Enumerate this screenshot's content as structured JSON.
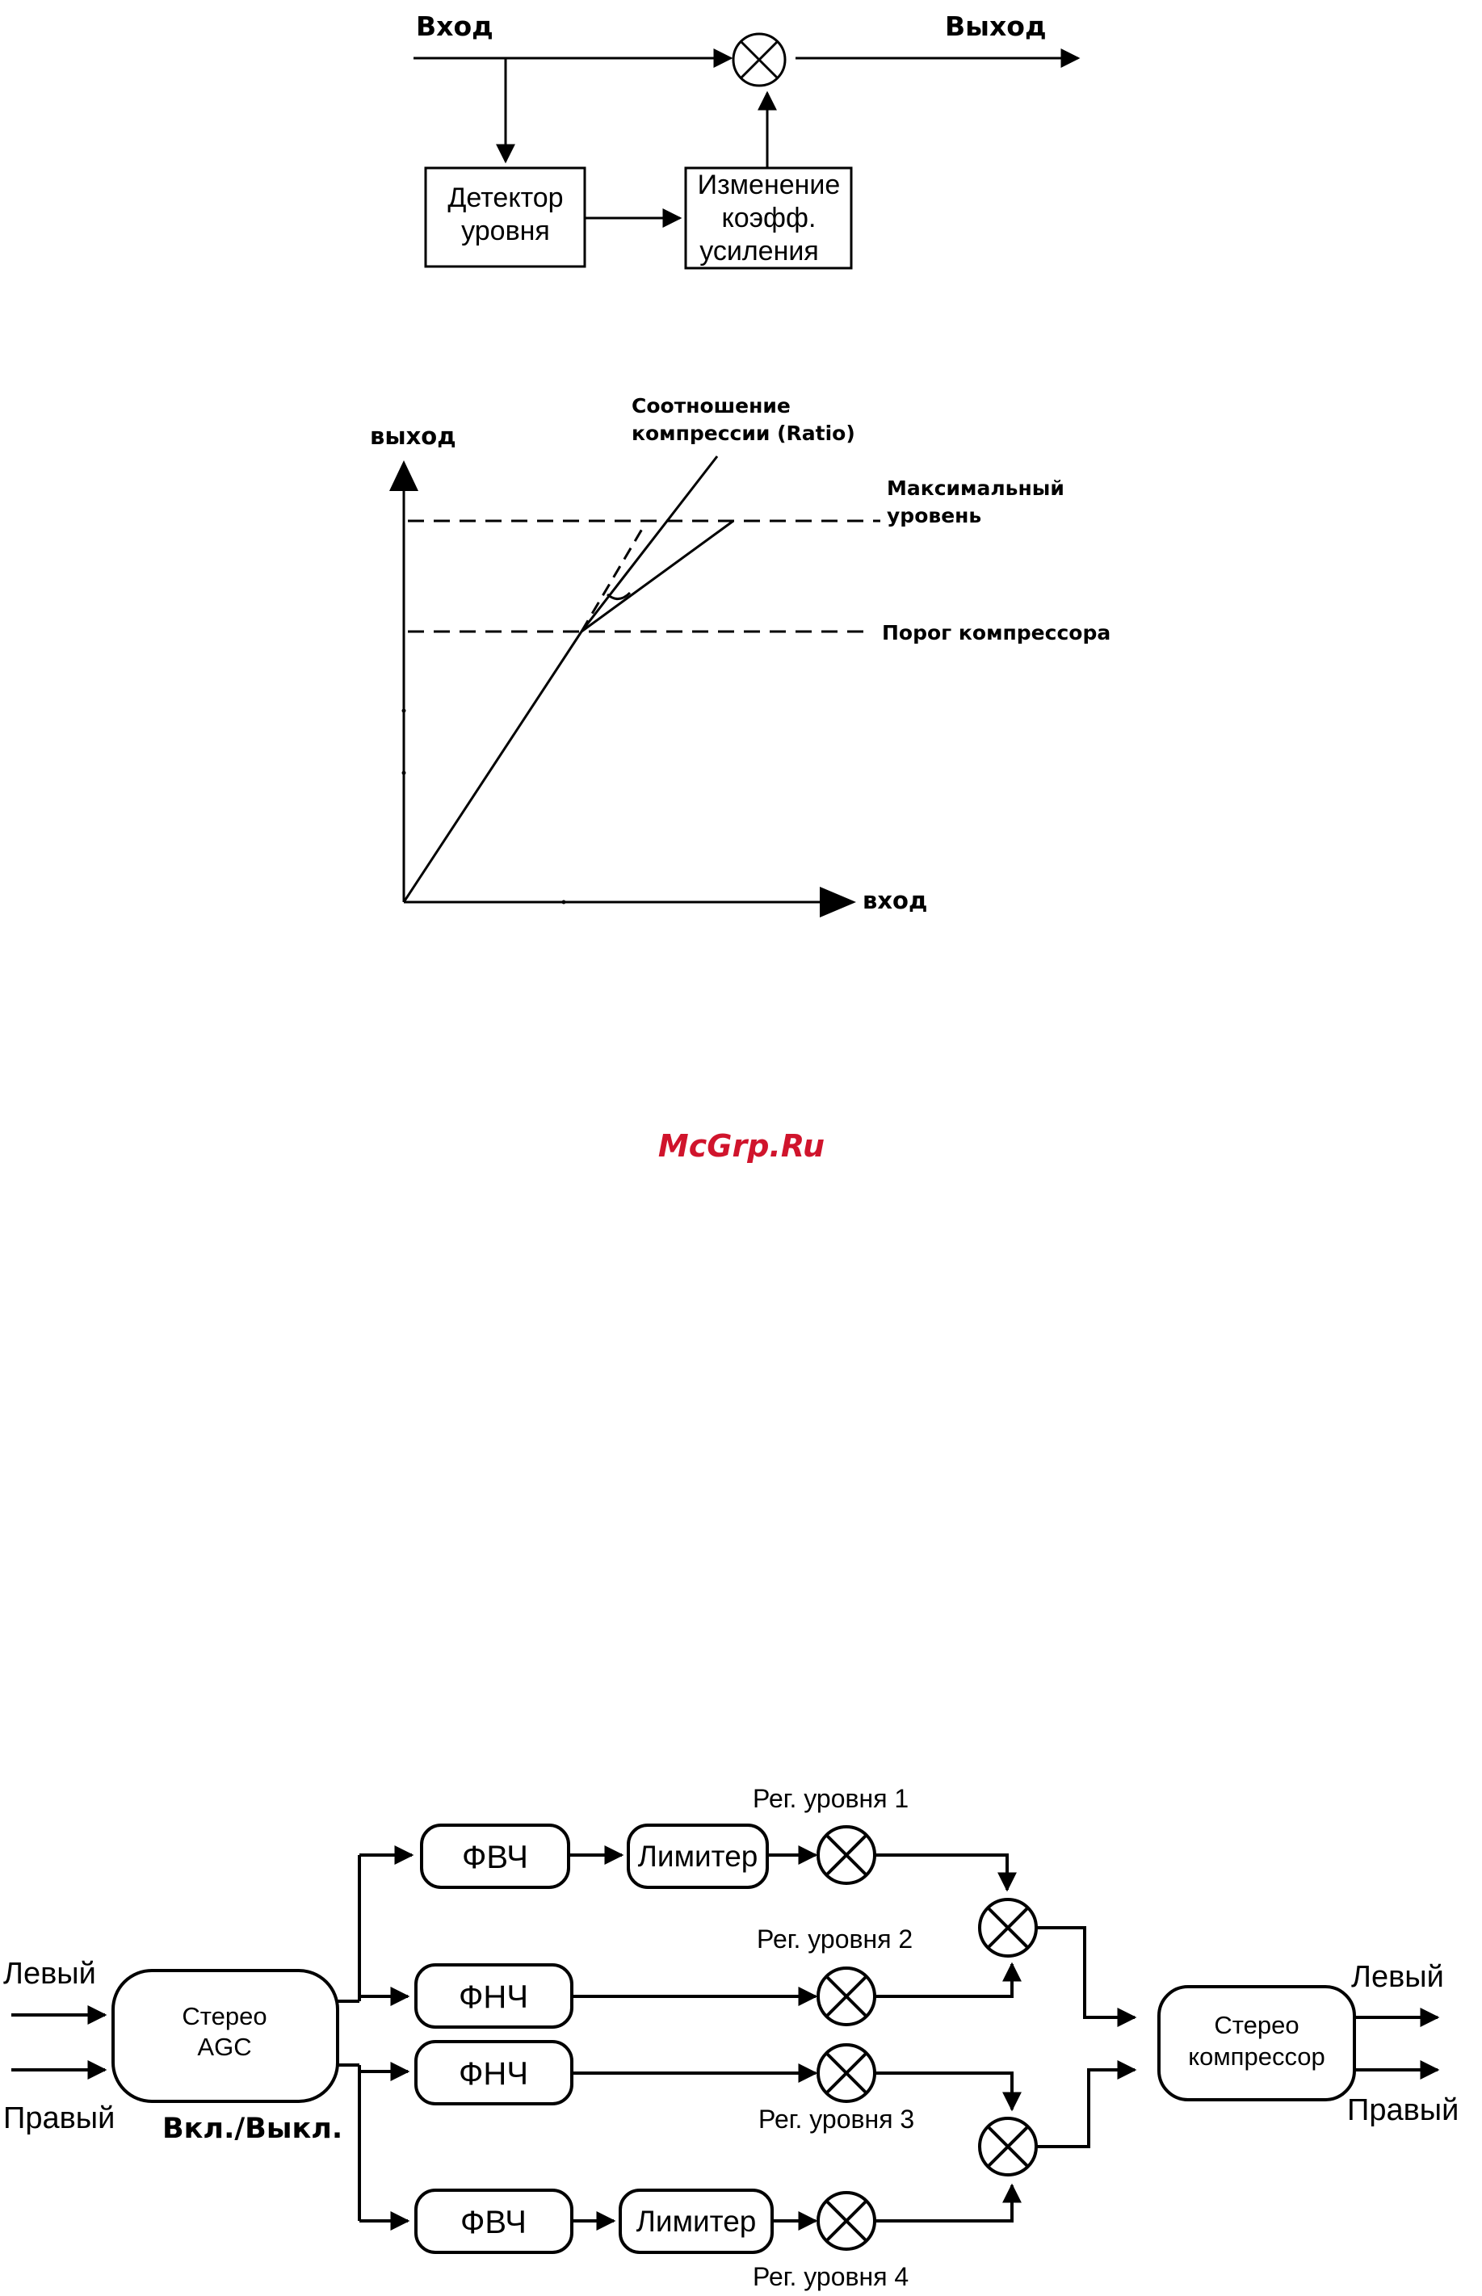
{
  "colors": {
    "ink": "#000000",
    "watermark": "#d0142c"
  },
  "block_diagram": {
    "input_label": "Вход",
    "output_label": "Выход",
    "detector_line1": "Детектор",
    "detector_line2": "уровня",
    "gain_line1": "Изменение",
    "gain_line2": "коэфф.",
    "gain_line3": "усиления"
  },
  "graph": {
    "y_label": "выход",
    "x_label": "вход",
    "ratio_line1": "Соотношение",
    "ratio_line2": "компрессии (Ratio)",
    "max_line1": "Максимальный",
    "max_line2": "уровень",
    "threshold": "Порог компрессора"
  },
  "watermark": "McGrp.Ru",
  "system": {
    "left_in": "Левый",
    "right_in": "Правый",
    "agc_line1": "Стерео",
    "agc_line2": "AGC",
    "agc_switch": "Вкл./Выкл.",
    "hpf1": "ФВЧ",
    "lpf2": "ФНЧ",
    "lpf3": "ФНЧ",
    "hpf4": "ФВЧ",
    "limiter1": "Лимитер",
    "limiter4": "Лимитер",
    "level1": "Рег. уровня 1",
    "level2": "Рег. уровня  2",
    "level3": "Рег. уровня  3",
    "level4": "Рег. уровня  4",
    "comp_line1": "Стерео",
    "comp_line2": "компрессор",
    "left_out": "Левый",
    "right_out": "Правый"
  }
}
